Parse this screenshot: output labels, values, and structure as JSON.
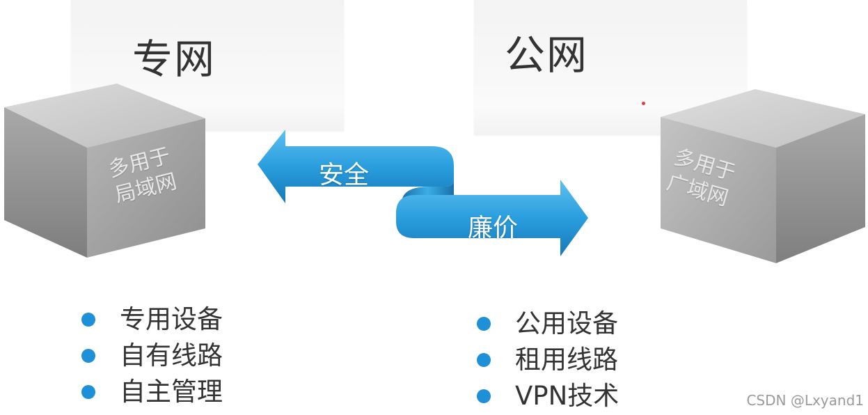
{
  "panels": {
    "private": {
      "title": "专网"
    },
    "public": {
      "title": "公网"
    }
  },
  "cubes": {
    "left": {
      "line1": "多用于",
      "line2": "局域网"
    },
    "right": {
      "line1": "多用于",
      "line2": "广域网"
    }
  },
  "arrows": {
    "left_label": "安全",
    "right_label": "廉价",
    "color": "#2a9ede"
  },
  "lists": {
    "private": [
      "专用设备",
      "自有线路",
      "自主管理"
    ],
    "public": [
      "公用设备",
      "租用线路",
      "VPN技术"
    ]
  },
  "watermark": "CSDN @Lxyand1"
}
